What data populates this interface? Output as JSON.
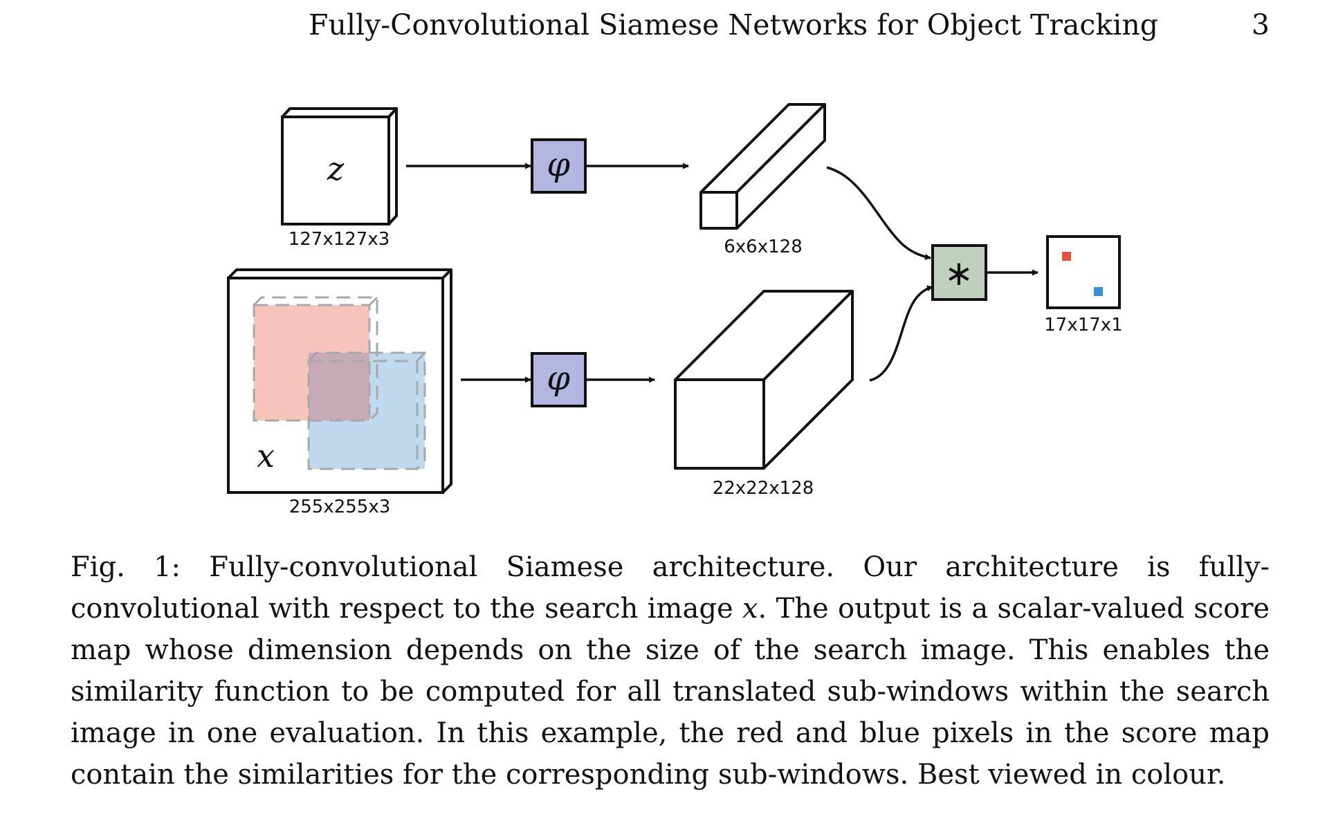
{
  "header": {
    "title": "Fully-Convolutional Siamese Networks for Object Tracking",
    "page_number": "3"
  },
  "figure": {
    "exemplar": {
      "symbol": "z",
      "size_label": "127x127x3"
    },
    "search": {
      "symbol": "x",
      "size_label": "255x255x3"
    },
    "embedding_symbol": "φ",
    "exemplar_feature_label": "6x6x128",
    "search_feature_label": "22x22x128",
    "correlation_symbol": "∗",
    "score_map_label": "17x17x1",
    "colors": {
      "embedding_box": "#b3b6e0",
      "correlation_box": "#bfd1bd",
      "red_window": "#f6c4ba",
      "blue_window": "#bfd9ee",
      "overlap": "#c8a9b6",
      "red_pixel": "#e9533e",
      "blue_pixel": "#3d8fd3"
    }
  },
  "caption": {
    "label": "Fig. 1:",
    "part1": "Fully-convolutional Siamese architecture. Our architecture is fully-convolutional with respect to the search image ",
    "math": "x",
    "part2": ". The output is a scalar-valued score map whose dimension depends on the size of the search image. This enables the similarity function to be computed for all translated sub-windows within the search image in one evaluation. In this example, the red and blue pixels in the score map contain the similarities for the corresponding sub-windows. Best viewed in colour."
  }
}
